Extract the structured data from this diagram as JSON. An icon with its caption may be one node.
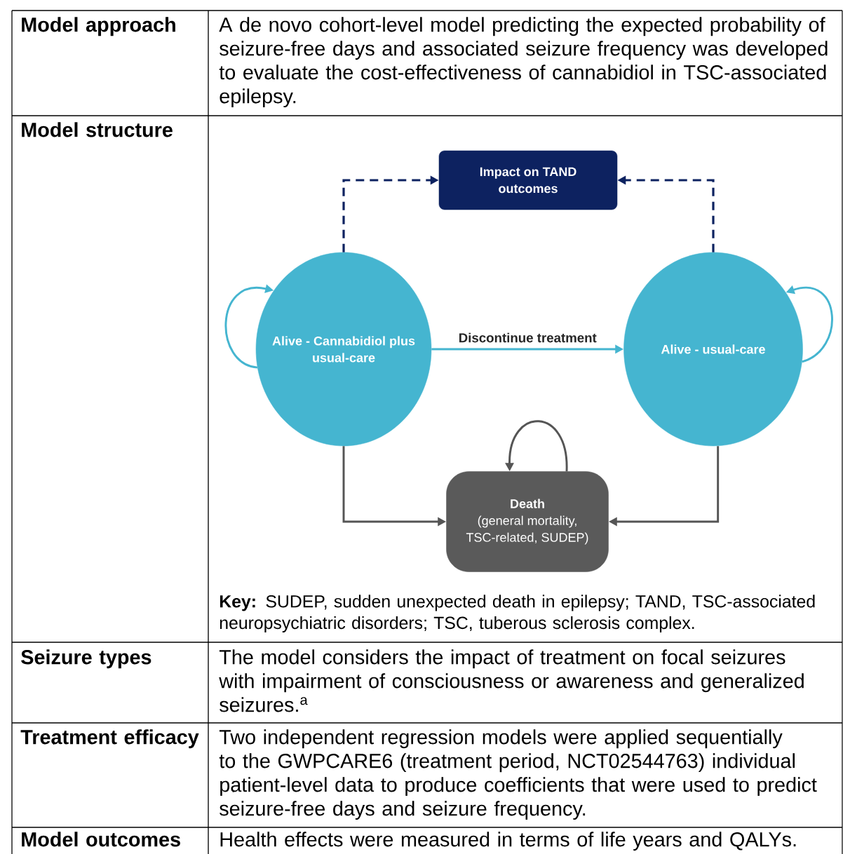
{
  "diagram": {
    "nodes": [
      {
        "text": [
          "Impact on TAND outcomes"
        ]
      },
      {
        "text": [
          "Alive - Cannabidiol plus usual-care"
        ]
      },
      {
        "text": [
          "Alive - usual-care"
        ]
      },
      {
        "text": [
          "Death",
          "(general mortality, TSC-related, SUDEP)"
        ]
      }
    ],
    "edges": [
      {
        "from": 1,
        "to": 0,
        "arrow": "to",
        "style": "dashed",
        "color": "#0d2260"
      },
      {
        "from": 2,
        "to": 0,
        "arrow": "to",
        "style": "dashed",
        "color": "#0d2260"
      },
      {
        "from": 1,
        "to": 2,
        "arrow": "to",
        "label": "Discontinue treatment",
        "color": "#45b5d0"
      },
      {
        "from": 1,
        "to": 3,
        "arrow": "to",
        "color": "#555555"
      },
      {
        "from": 2,
        "to": 3,
        "arrow": "to",
        "color": "#555555"
      },
      {
        "from": 1,
        "to": 1,
        "arrow": "to",
        "color": "#45b5d0"
      },
      {
        "from": 2,
        "to": 2,
        "arrow": "to",
        "color": "#45b5d0"
      },
      {
        "from": 3,
        "to": 3,
        "arrow": "to",
        "color": "#555555"
      }
    ],
    "labels": [
      "Model approach",
      "A de novo cohort-level model predicting the expected probability of seizure-free days and associated seizure frequency was developed to evaluate the cost-effectiveness of cannabidiol in TSC-associated epilepsy.",
      "Model structure",
      "**Key:** SUDEP, sudden unexpected death in epilepsy; TAND, TSC-associated neuropsychiatric disorders; TSC, tuberous sclerosis complex.",
      "Seizure types",
      "The model considers the impact of treatment on focal seizures with impairment of consciousness or awareness and generalized seizures.$^{a}$",
      "Treatment efficacy",
      "Two independent regression models were applied sequentially to the GWPCARE6 (treatment period, NCT02544763) individual patient-level data to produce coefficients that were used to predict seizure-free days and seizure frequency.",
      "Model outcomes",
      "Health effects were measured in terms of life years and QALYs."
    ]
  }
}
